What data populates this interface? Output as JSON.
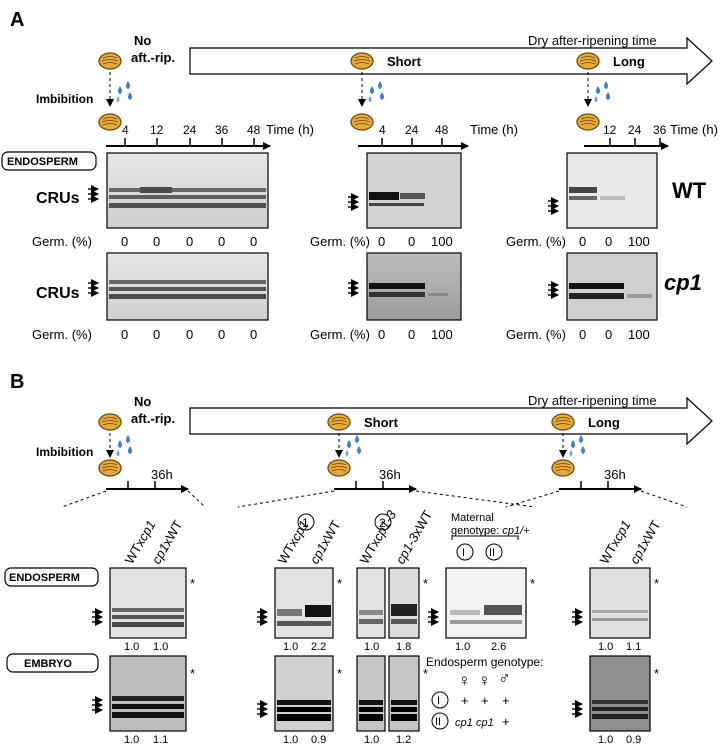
{
  "panel_a": {
    "letter": "A",
    "timeline_label": "Dry after-ripening time",
    "no_afr_line1": "No",
    "no_afr_line2": "aft.-rip.",
    "short": "Short",
    "long": "Long",
    "imbibition": "Imbibition",
    "time_label": "Time (h)",
    "no_afr_ticks": [
      "4",
      "12",
      "24",
      "36",
      "48"
    ],
    "short_ticks": [
      "4",
      "24",
      "48"
    ],
    "long_ticks": [
      "12",
      "24",
      "36"
    ],
    "endosperm": "ENDOSPERM",
    "crus": "CRUs",
    "germ": "Germ. (%)",
    "wt": "WT",
    "cp1": "cp1",
    "germ_no_afr": [
      "0",
      "0",
      "0",
      "0",
      "0"
    ],
    "germ_short": [
      "0",
      "0",
      "100"
    ],
    "germ_long": [
      "0",
      "0",
      "100"
    ]
  },
  "panel_b": {
    "letter": "B",
    "timeline_label": "Dry after-ripening time",
    "no_afr_line1": "No",
    "no_afr_line2": "aft.-rip.",
    "short": "Short",
    "long": "Long",
    "imbibition": "Imbibition",
    "tick_36h": "36h",
    "cross_wt_cp1_a": "WTx",
    "cross_wt_cp1_b": "cp1",
    "cross_cp1_wt_a": "cp1",
    "cross_cp1_wt_b": "xWT",
    "cross_wt_cp13_a": "WTx",
    "cross_wt_cp13_b": "cp1-3",
    "cross_cp13_wt_a": "cp1-3",
    "cross_cp13_wt_b": "xWT",
    "circle_1": "1",
    "circle_2": "2",
    "circle_I": "I",
    "circle_II": "II",
    "maternal_genotype_prefix": "Maternal",
    "maternal_genotype_line2": "genotype: ",
    "maternal_genotype_value": "cp1/+",
    "endosperm_genotype": "Endosperm genotype:",
    "female": "♀",
    "male": "♂",
    "plus": "+",
    "cp1": "cp1",
    "endosperm": "ENDOSPERM",
    "embryo": "EMBRYO",
    "asterisk": "*",
    "endo_values_noafr": [
      "1.0",
      "1.0"
    ],
    "endo_values_short1": [
      "1.0",
      "2.2"
    ],
    "endo_values_short2": [
      "1.0",
      "1.8"
    ],
    "endo_values_mat": [
      "1.0",
      "2.6"
    ],
    "endo_values_long": [
      "1.0",
      "1.1"
    ],
    "emb_values_noafr": [
      "1.0",
      "1.1"
    ],
    "emb_values_short1": [
      "1.0",
      "0.9"
    ],
    "emb_values_short2": [
      "1.0",
      "1.2"
    ],
    "emb_values_long": [
      "1.0",
      "0.9"
    ]
  },
  "colors": {
    "seed": "#e8a93a",
    "seed_outline": "#6b4a12",
    "drop": "#3f7fd0"
  },
  "icons": [
    "seed-icon",
    "water-drops-icon",
    "arrow-icon"
  ]
}
